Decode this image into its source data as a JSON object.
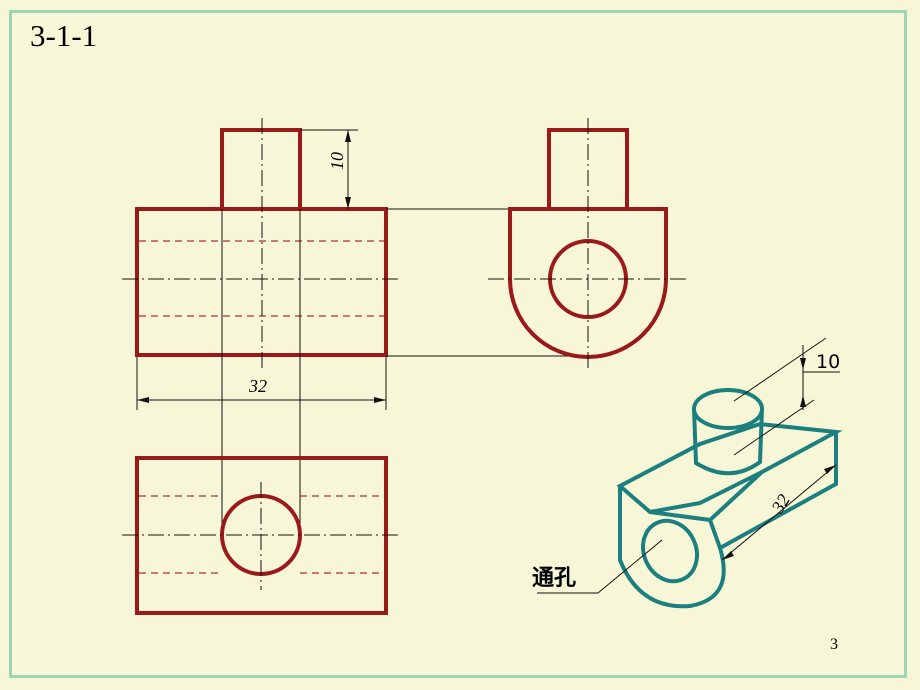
{
  "slide": {
    "title": "3-1-1",
    "page_number": "3"
  },
  "drawing": {
    "front_view_dim_height": "10",
    "front_view_dim_width": "32",
    "iso_dim_height": "10",
    "iso_dim_length": "32",
    "iso_label": "通孔"
  },
  "colors": {
    "background": "#f7f7d8",
    "frame": "#9fd4b4",
    "orthographic_lines": "#9a1a1a",
    "isometric_lines": "#1c7f7f"
  }
}
